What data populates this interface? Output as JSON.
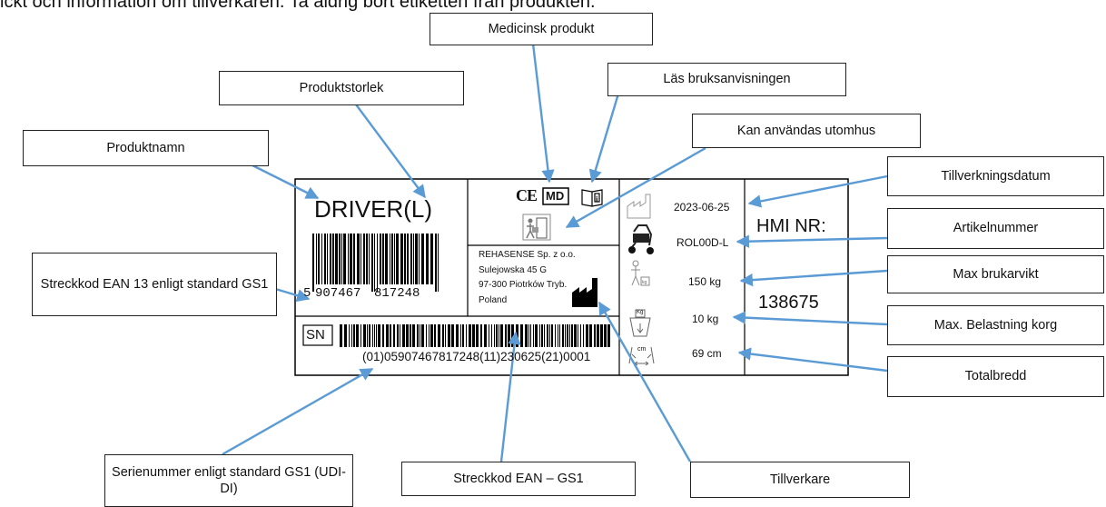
{
  "intro": "ickt och information om tillverkaren. Ta aldrig bort etiketten från produkten.",
  "callouts": {
    "medicinsk": "Medicinsk produkt",
    "bruksanvisning": "Läs bruksanvisningen",
    "produktstorlek": "Produktstorlek",
    "utomhus": "Kan användas utomhus",
    "produktnamn": "Produktnamn",
    "tillverkningsdatum": "Tillverkningsdatum",
    "artikelnummer": "Artikelnummer",
    "streckkod13": "Streckkod EAN 13 enligt standard GS1",
    "maxbrukarvikt": "Max brukarvikt",
    "belastningkorg": "Max. Belastning korg",
    "totalbredd": "Totalbredd",
    "serienummer": "Serienummer enligt standard GS1 (UDI-DI)",
    "streckkodgs1": "Streckkod EAN – GS1",
    "tillverkare": "Tillverkare"
  },
  "label": {
    "product_name": "DRIVER(L)",
    "ean13_first": "5",
    "ean13_left": "907467",
    "ean13_right": "817248",
    "sn": "SN",
    "gs1_text": "(01)05907467817248(11)230625(21)0001",
    "ce": "CE",
    "md": "MD",
    "manufacturer": {
      "line1": "REHASENSE Sp. z o.o.",
      "line2": "Sulejowska 45 G",
      "line3": "97-300 Piotrków Tryb.",
      "line4": "Poland"
    },
    "date": "2023-06-25",
    "article": "ROL00D-L",
    "max_weight": "150 kg",
    "basket_load": "10 kg",
    "width": "69 cm",
    "hmi_label": "HMI NR:",
    "hmi_number": "138675",
    "kg_symbol": "Kg",
    "cm_symbol": "cm"
  },
  "colors": {
    "arrow": "#5b9bd5",
    "border": "#222222"
  }
}
